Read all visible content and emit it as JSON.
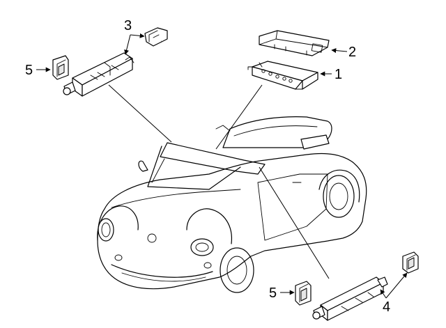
{
  "callouts": {
    "c1": "1",
    "c2": "2",
    "c3": "3",
    "c4": "4",
    "c5_top": "5",
    "c5_bottom": "5"
  },
  "colors": {
    "line": "#000000",
    "background": "#ffffff"
  }
}
